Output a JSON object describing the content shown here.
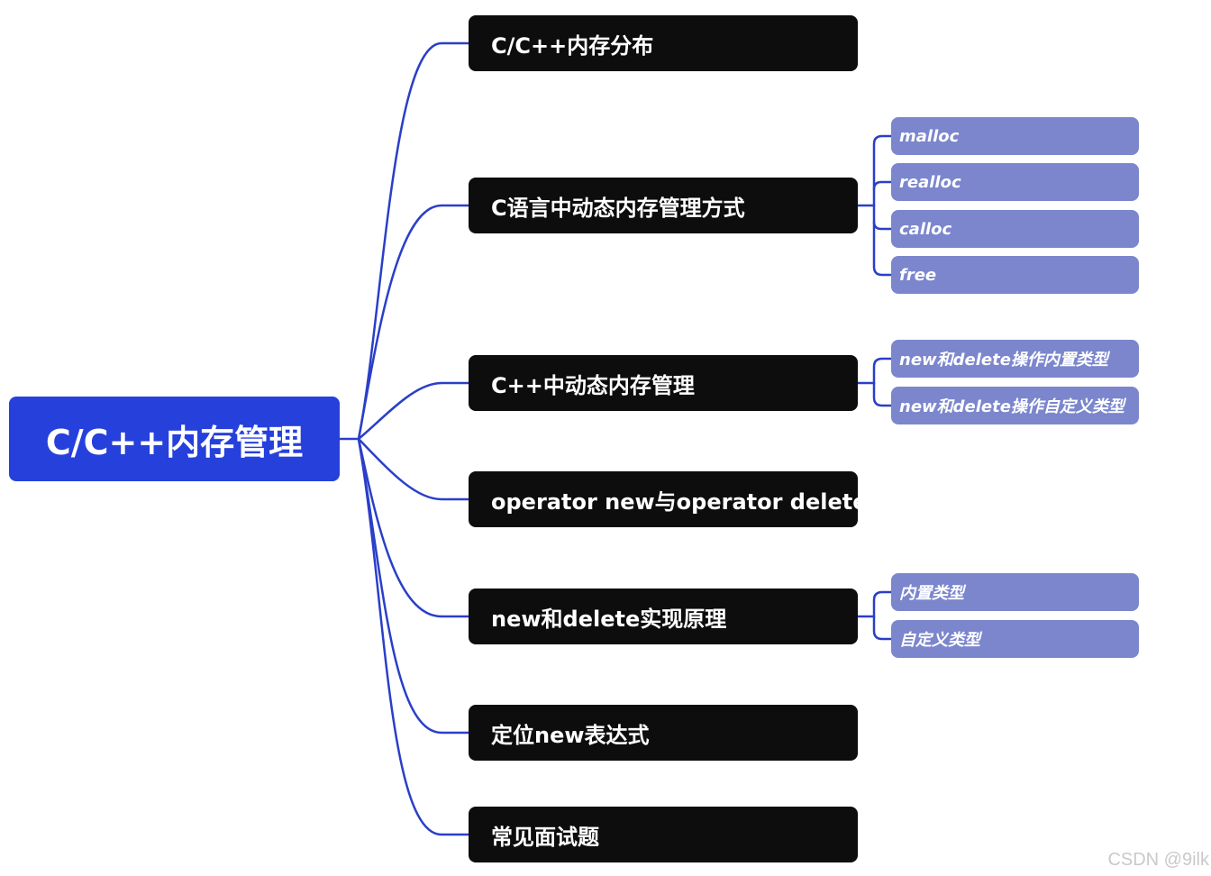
{
  "root": {
    "label": "C/C++内存管理"
  },
  "branches": [
    {
      "label": "C/C++内存分布"
    },
    {
      "label": "C语言中动态内存管理方式"
    },
    {
      "label": "C++中动态内存管理"
    },
    {
      "label": "operator new与operator  delete"
    },
    {
      "label": "new和delete实现原理"
    },
    {
      "label": "定位new表达式"
    },
    {
      "label": "常见面试题"
    }
  ],
  "leaves": {
    "c_dynamic": [
      "malloc",
      "realloc",
      "calloc",
      "free"
    ],
    "cpp_dynamic": [
      "new和delete操作内置类型",
      "new和delete操作自定义类型"
    ],
    "new_delete_impl": [
      "内置类型",
      "自定义类型"
    ]
  },
  "watermark": "CSDN @9ilk",
  "colors": {
    "root": "#2640dc",
    "branch": "#0d0d0d",
    "leaf": "#7b86cd",
    "connector": "#2a3fc8"
  }
}
